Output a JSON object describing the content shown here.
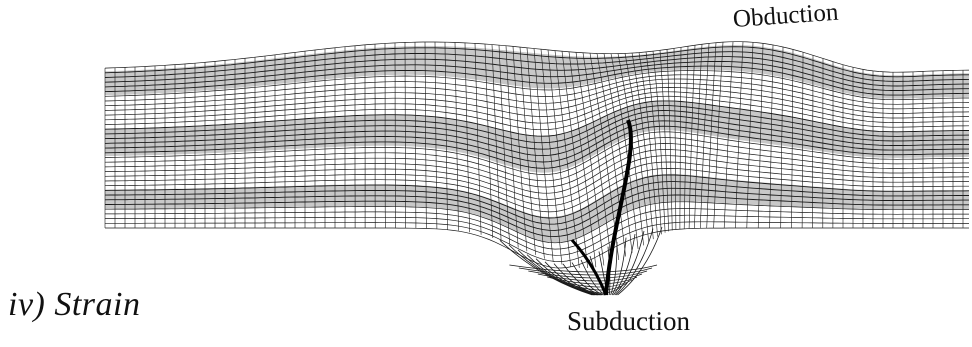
{
  "figure": {
    "panel_label": "iv) Strain",
    "labels": {
      "obduction": "Obduction",
      "subduction": "Subduction"
    },
    "colors": {
      "mesh_line": "#1a1a1a",
      "dense_band_fill": "#9a9a9a",
      "background": "#ffffff"
    }
  }
}
